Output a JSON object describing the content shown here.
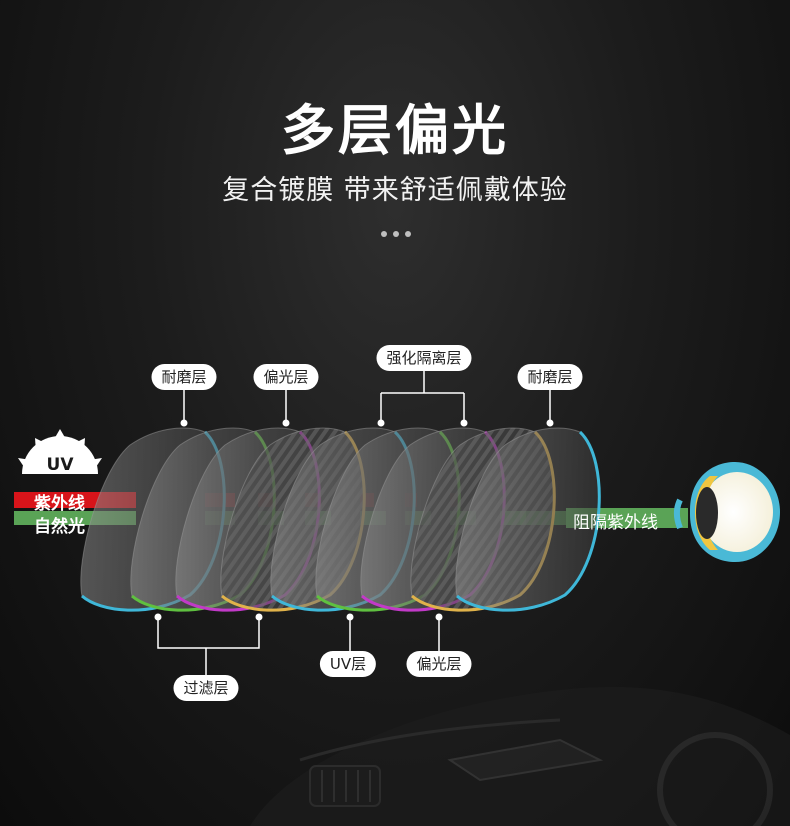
{
  "header": {
    "title": "多层偏光",
    "subtitle": "复合镀膜 带来舒适佩戴体验"
  },
  "sun": {
    "icon": "sun-icon",
    "label": "UV"
  },
  "rays": {
    "uv_label": "紫外线",
    "visible_label": "自然光",
    "blocked_label": "阻隔紫外线",
    "uv_color": "#d8141a",
    "visible_color": "#5aa356"
  },
  "layers": {
    "top": [
      {
        "label": "耐磨层"
      },
      {
        "label": "偏光层"
      },
      {
        "label": "强化隔离层"
      },
      {
        "label": "耐磨层"
      }
    ],
    "bottom": [
      {
        "label": "过滤层"
      },
      {
        "label": "UV层"
      },
      {
        "label": "偏光层"
      }
    ]
  },
  "lens_edge_colors": [
    "#3fb7d8",
    "#5fc040",
    "#c23ac8",
    "#e0b24a",
    "#3fb7d8",
    "#5fc040",
    "#c23ac8",
    "#e0b24a",
    "#3fb7d8"
  ],
  "eye": {
    "icon": "eye-icon",
    "color": "#4ab9d6"
  }
}
